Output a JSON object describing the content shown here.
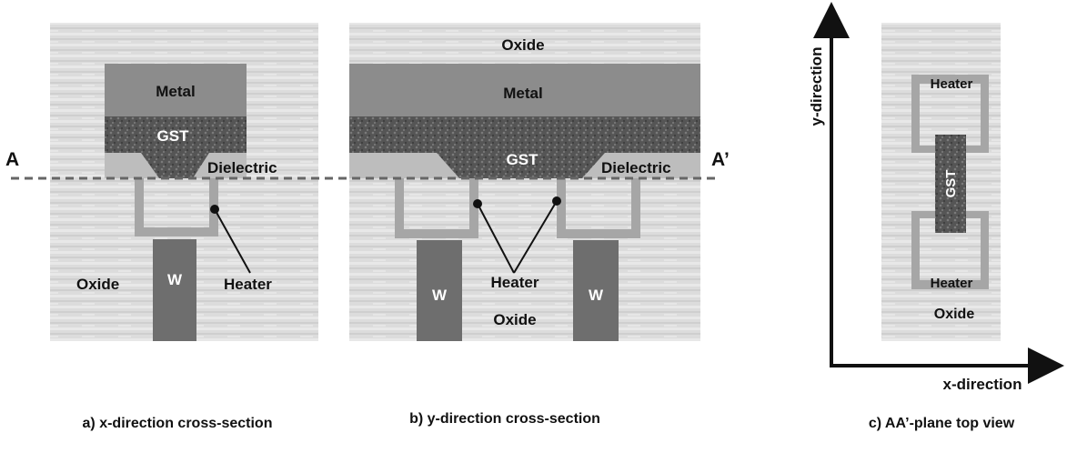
{
  "labels": {
    "a_metal": "Metal",
    "a_gst": "GST",
    "a_dielectric": "Dielectric",
    "a_oxide": "Oxide",
    "a_w": "W",
    "a_heater": "Heater",
    "b_oxide_top": "Oxide",
    "b_metal": "Metal",
    "b_gst": "GST",
    "b_dielectric": "Dielectric",
    "b_heater": "Heater",
    "b_oxide": "Oxide",
    "b_w_left": "W",
    "b_w_right": "W",
    "plane_a": "A",
    "plane_a_prime": "A’",
    "c_heater_top": "Heater",
    "c_gst": "GST",
    "c_heater_bottom": "Heater",
    "c_oxide": "Oxide",
    "c_y_axis": "y-direction",
    "c_x_axis": "x-direction"
  },
  "captions": {
    "a": "a) x-direction cross-section",
    "b": "b) y-direction cross-section",
    "c": "c) AA’-plane top view"
  },
  "colors": {
    "oxide": "#d9d9d9",
    "metal": "#8c8c8c",
    "gst": "#5a5a5a",
    "dielectric": "#bdbdbd",
    "heater": "#a6a6a6",
    "tungsten": "#6e6e6e",
    "cut_line": "#666666",
    "ink": "#111111"
  }
}
